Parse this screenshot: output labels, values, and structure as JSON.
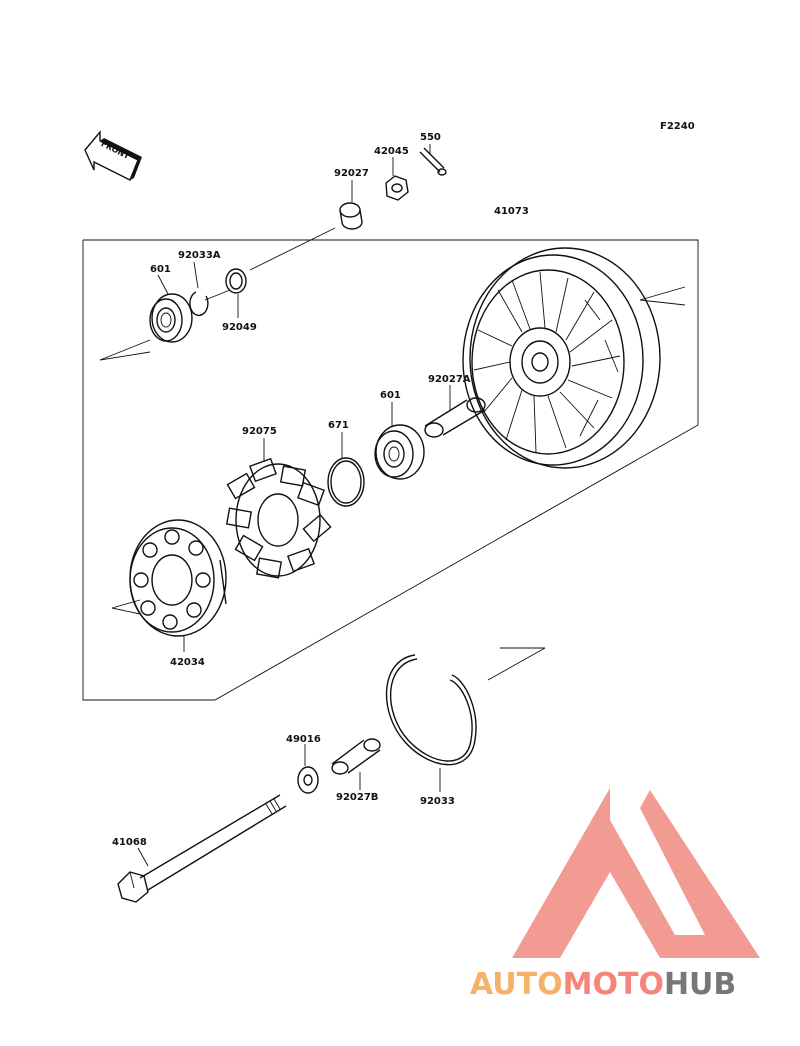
{
  "figure_code": "F2240",
  "front_arrow_text": "FRONT",
  "parts": {
    "p550": "550",
    "p42045": "42045",
    "p92027": "92027",
    "p41073": "41073",
    "p92033A": "92033A",
    "p601_top": "601",
    "p92049": "92049",
    "p92027A": "92027A",
    "p92075": "92075",
    "p671": "671",
    "p601_mid": "601",
    "p42034": "42034",
    "p49016": "49016",
    "p92027B": "92027B",
    "p92033": "92033",
    "p41068": "41068"
  },
  "watermark": {
    "part1": "AUTO",
    "part2": "MOTO",
    "part3": "HUB",
    "colors": {
      "orange": "#f5b06a",
      "salmon": "#f4857a",
      "gray": "#777777",
      "triangle": "#f08a80"
    }
  }
}
